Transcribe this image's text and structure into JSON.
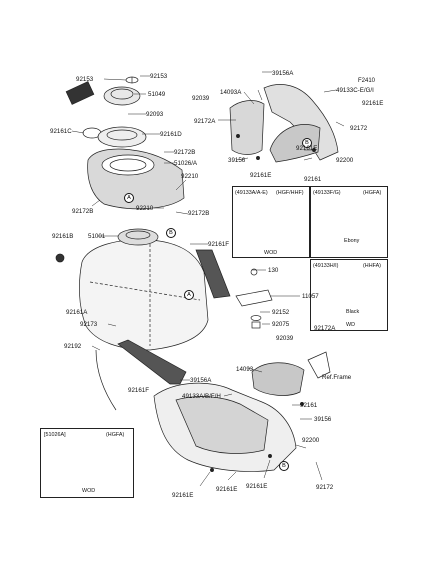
{
  "figure_id": "F2410",
  "labels": {
    "l92153a": "92153",
    "l92153b": "92153",
    "l51049": "51049",
    "l92093": "92093",
    "l92161c": "92161C",
    "l92161d": "92161D",
    "l92172b_top": "92172B",
    "l51026a": "51026/A",
    "l92210a": "92210",
    "l92172b_left": "92172B",
    "l92210b": "92210",
    "l92172b_right": "92172B",
    "l92161b": "92161B",
    "l51001": "51001",
    "l92161f_right": "92161F",
    "l92161a": "92161A",
    "l92173": "92173",
    "l92192": "92192",
    "l92161f_bottom": "92161F",
    "l39156a_top": "39156A",
    "l92039_top": "92039",
    "l14093a": "14093A",
    "l92172a_top": "92172A",
    "l49133c": "49133C-E/G/I",
    "l92161e_tr": "92161E",
    "l92172_tr": "92172",
    "l39156_mid": "39156",
    "l92161e_mid": "92161E",
    "l92161e_mid2": "92161E",
    "l92200_top": "92200",
    "l92161_top": "92161",
    "l130": "130",
    "l11057": "11057",
    "l92152": "92152",
    "l92075": "92075",
    "l92172a_mid": "92172A",
    "l92039_mid": "92039",
    "l14093": "14093",
    "l39156a_bot": "39156A",
    "l49133a": "49133A/B/F/H",
    "l92161_bot": "92161",
    "l39156_bot": "39156",
    "l92200_bot": "92200",
    "l92161e_bl": "92161E",
    "l92161e_bc": "92161E",
    "l92161e_br": "92161E",
    "l92172_bot": "92172",
    "ref_frame": "Ref.Frame"
  },
  "callouts": {
    "c1": {
      "part": "(49133A/A-E)",
      "code": "(HGF/HHF)",
      "note": "WOD"
    },
    "c2": {
      "part": "(49133F/G)",
      "code": "(HGFA)",
      "note": "Ebony"
    },
    "c3": {
      "part": "(49133H/I)",
      "code": "(HHFA)",
      "note": "Black",
      "note2": "WD"
    },
    "c4": {
      "part": "[51026A]",
      "code": "(HGFA)",
      "note": "WOD"
    }
  },
  "markers": [
    "A",
    "B",
    "A",
    "B",
    "B"
  ]
}
